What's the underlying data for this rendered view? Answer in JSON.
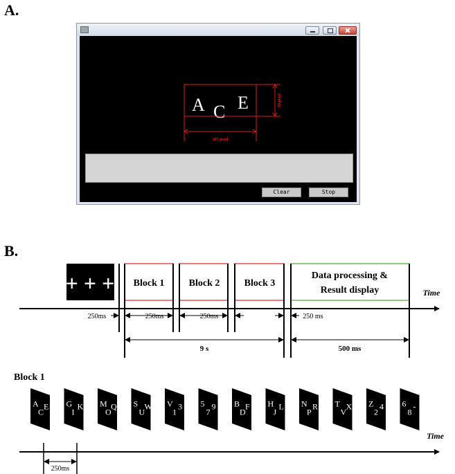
{
  "panel_a": {
    "label": "A.",
    "display": {
      "letters": [
        "A",
        "C",
        "E"
      ],
      "width_note": "105 pixel",
      "height_note": "90 pixel"
    },
    "buttons": {
      "clear": "Clear",
      "stop": "Stop"
    }
  },
  "panel_b": {
    "label": "B.",
    "time_label": "Time",
    "crosses": "+ + +",
    "blocks": [
      "Block 1",
      "Block 2",
      "Block 3"
    ],
    "result_box": {
      "line1": "Data processing &",
      "line2": "Result display"
    },
    "durations": {
      "interval_first": "250ms",
      "interval_second": "250ms",
      "interval_third": "250ms",
      "interval_result": "250 ms",
      "total_blocks": "9 s",
      "result": "500 ms"
    },
    "block1_title": "Block 1",
    "stimuli": [
      "ACE",
      "GIK",
      "MOQ",
      "SUW",
      "V13",
      "579",
      "BDF",
      "HJL",
      "NPR",
      "TVX",
      "Z24",
      "68-"
    ],
    "stimulus_interval": "250ms",
    "colors": {
      "block_border": "#d93636",
      "result_border": "#5bb043",
      "measure": "#e01818"
    }
  }
}
